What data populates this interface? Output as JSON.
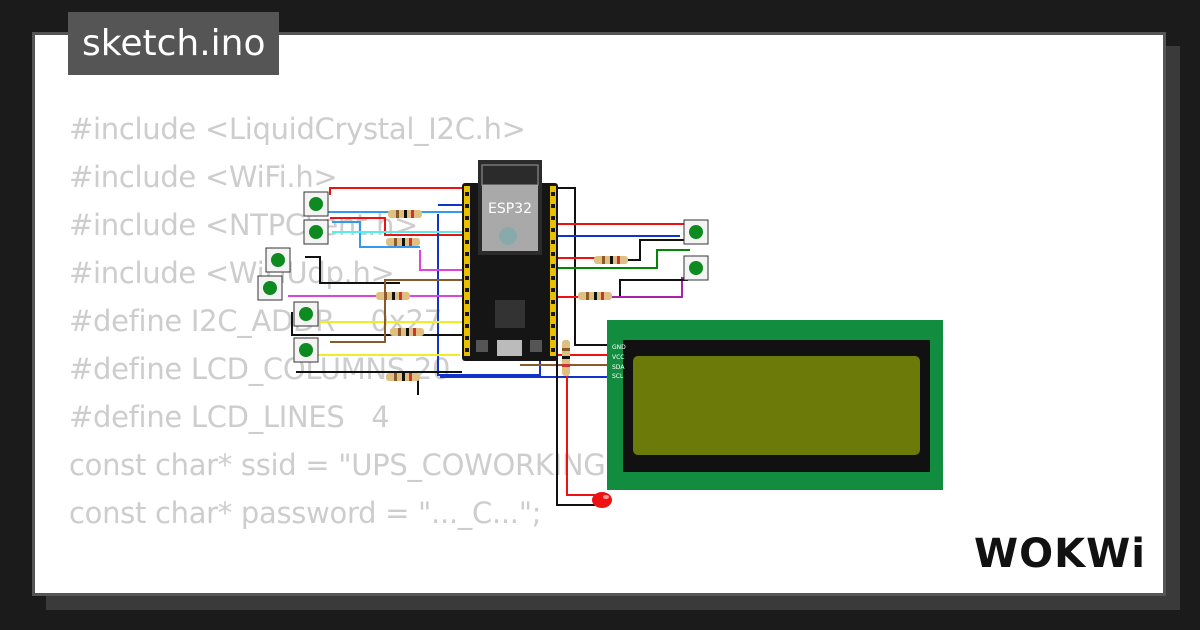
{
  "file_tab": {
    "label": "sketch.ino"
  },
  "code_lines": [
    "#include <LiquidCrystal_I2C.h>",
    "#include <WiFi.h>",
    "#include <NTPClient.h>",
    "#include <WiFiUdp.h>",
    "",
    "#define I2C_ADDR    0x27",
    "#define LCD_COLUMNS 20",
    "#define LCD_LINES   4",
    "",
    "const char* ssid = \"UPS_COWORKING\";",
    "const char* password = \"..._C...\";"
  ],
  "board": {
    "label": "ESP32"
  },
  "lcd": {
    "pins": [
      "GND",
      "VCC",
      "SDA",
      "SCL"
    ]
  },
  "logo": {
    "text": "WOKWi"
  },
  "colors": {
    "background": "#1b1b1b",
    "card": "#ffffff",
    "code_text": "#cdcdcd",
    "file_tab": "#555555",
    "lcd_pcb": "#128c3e",
    "lcd_screen": "#6b7a08",
    "button": "#0d8a20"
  }
}
